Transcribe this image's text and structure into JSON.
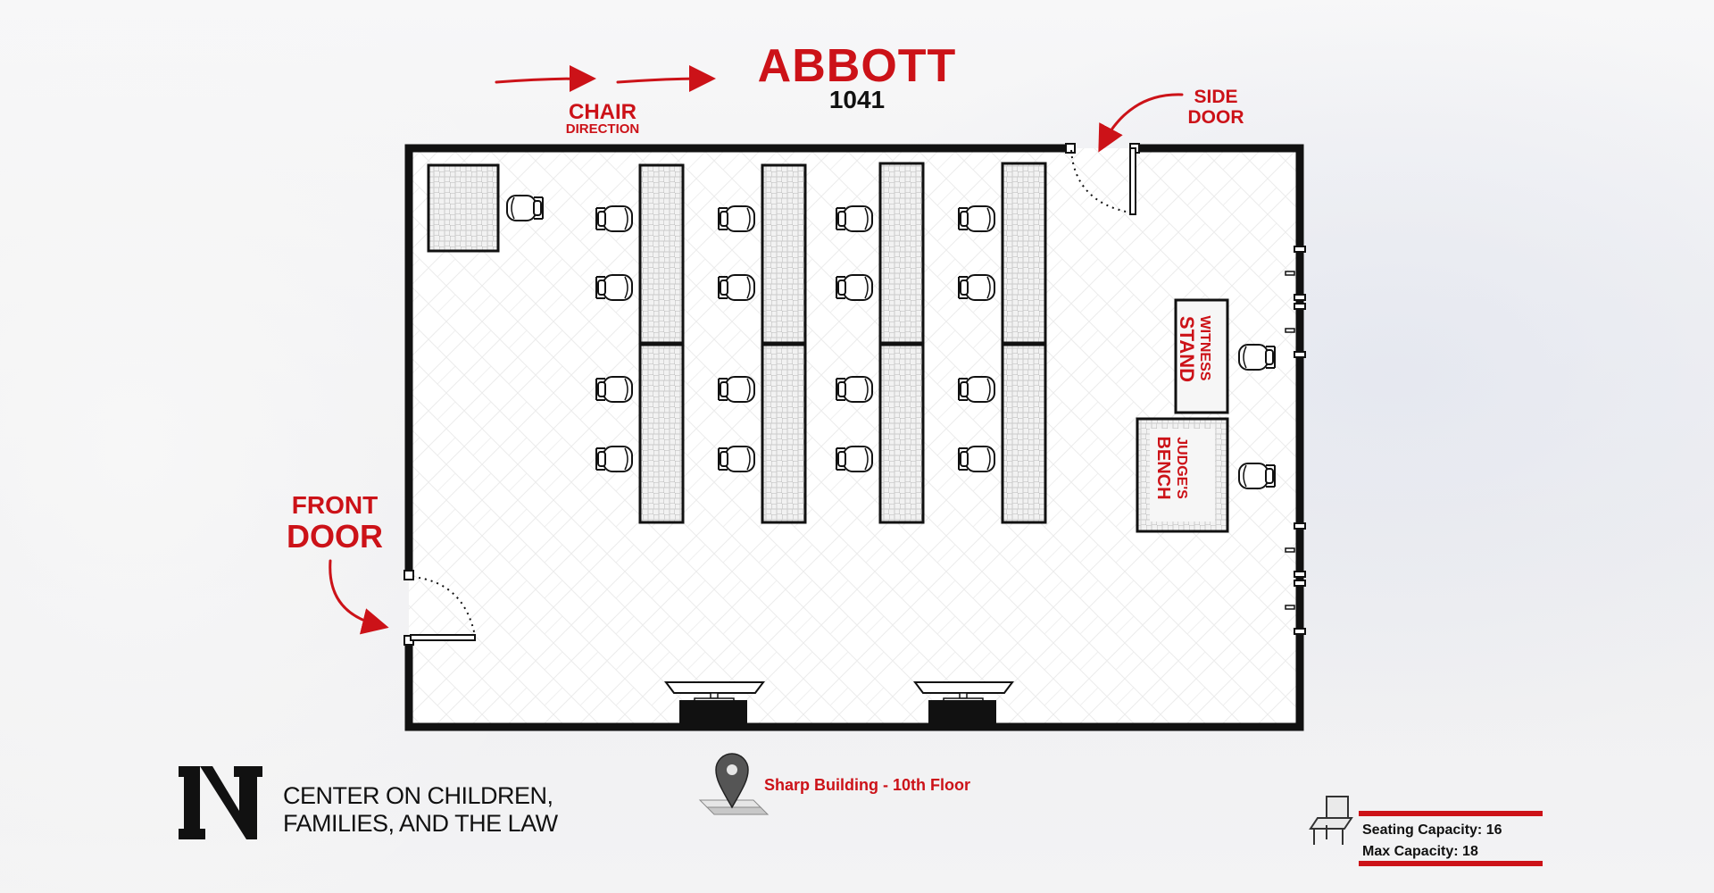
{
  "room": {
    "name": "ABBOTT",
    "number": "1041"
  },
  "labels": {
    "chair_direction_line1": "CHAIR",
    "chair_direction_line2": "DIRECTION",
    "side_door_line1": "SIDE",
    "side_door_line2": "DOOR",
    "front_door_line1": "FRONT",
    "front_door_line2": "DOOR",
    "witness_stand_line1": "WITNESS",
    "witness_stand_line2": "STAND",
    "judges_bench_line1": "JUDGE'S",
    "judges_bench_line2": "BENCH"
  },
  "location": {
    "text": "Sharp Building - 10th Floor",
    "icon": "map-pin-icon"
  },
  "capacity": {
    "seating": "Seating Capacity: 16",
    "max": "Max Capacity: 18",
    "icon": "chair-icon"
  },
  "organization": {
    "logo_letter": "N",
    "line1": "CENTER ON CHILDREN,",
    "line2": "FAMILIES, AND THE LAW"
  },
  "colors": {
    "accent": "#cc1218",
    "wall": "#111111",
    "floor": "#ffffff"
  }
}
